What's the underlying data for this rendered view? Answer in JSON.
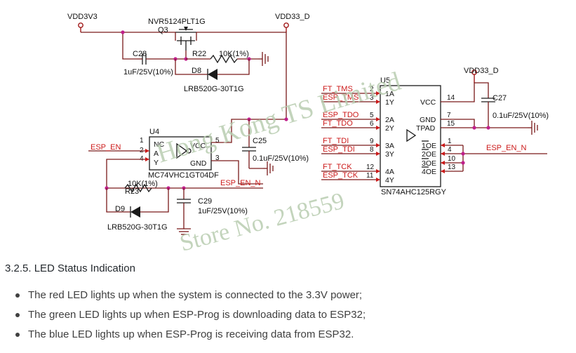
{
  "schematic": {
    "power_nets": {
      "vdd3v3": "VDD3V3",
      "vdd33_d_top": "VDD33_D",
      "vdd33_d_u5": "VDD33_D"
    },
    "q3": {
      "part": "NVR5124PLT1G",
      "ref": "Q3"
    },
    "c28": {
      "ref": "C28",
      "value": "1uF/25V(10%)"
    },
    "r22": {
      "ref": "R22",
      "value": "10K(1%)"
    },
    "d8": {
      "ref": "D8",
      "part": "LRB520G-30T1G"
    },
    "u4": {
      "ref": "U4",
      "part": "MC74VHC1GT04DF",
      "pins": [
        "NC",
        "A",
        "Y",
        "VCC",
        "GND"
      ],
      "pin_numbers": [
        "1",
        "2",
        "3",
        "4",
        "5"
      ],
      "input_net": "ESP_EN",
      "output_net": "ESP_EN_N"
    },
    "c25": {
      "ref": "C25",
      "value": "0.1uF/25V(10%)"
    },
    "r23": {
      "ref": "R23",
      "value": "10K(1%)"
    },
    "d9": {
      "ref": "D9",
      "part": "LRB520G-30T1G"
    },
    "c29": {
      "ref": "C29",
      "value": "1uF/25V(10%)"
    },
    "u5": {
      "ref": "U5",
      "part": "SN74AHC125RGY",
      "inputs": [
        {
          "net_a": "FT_TMS",
          "net_y": "ESP_TMS",
          "pin_a": "2",
          "pin_y": "3",
          "name_a": "1A",
          "name_y": "1Y"
        },
        {
          "net_a": "ESP_TDO",
          "net_y": "FT_TDO",
          "pin_a": "5",
          "pin_y": "6",
          "name_a": "2A",
          "name_y": "2Y"
        },
        {
          "net_a": "FT_TDI",
          "net_y": "ESP_TDI",
          "pin_a": "9",
          "pin_y": "8",
          "name_a": "3A",
          "name_y": "3Y"
        },
        {
          "net_a": "FT_TCK",
          "net_y": "ESP_TCK",
          "pin_a": "12",
          "pin_y": "11",
          "name_a": "4A",
          "name_y": "4Y"
        }
      ],
      "right_pins": [
        {
          "name": "VCC",
          "num": "14"
        },
        {
          "name": "GND",
          "num": "7"
        },
        {
          "name": "TPAD",
          "num": "15"
        }
      ],
      "oe_pins": [
        {
          "name": "1OE",
          "num": "1"
        },
        {
          "name": "2OE",
          "num": "4"
        },
        {
          "name": "3OE",
          "num": "10"
        },
        {
          "name": "4OE",
          "num": "13"
        }
      ],
      "oe_net": "ESP_EN_N"
    },
    "c27": {
      "ref": "C27",
      "value": "0.1uF/25V(10%)"
    },
    "watermark": {
      "line1": "Hong Kong TS Limited",
      "line2": "Store No. 218559"
    }
  },
  "document": {
    "heading": "3.2.5. LED Status Indication",
    "items": [
      "The red LED lights up when the system is connected to the 3.3V power;",
      "The green LED lights up when ESP-Prog is downloading data to ESP32;",
      "The blue LED lights up when ESP-Prog is receiving data from ESP32."
    ]
  }
}
